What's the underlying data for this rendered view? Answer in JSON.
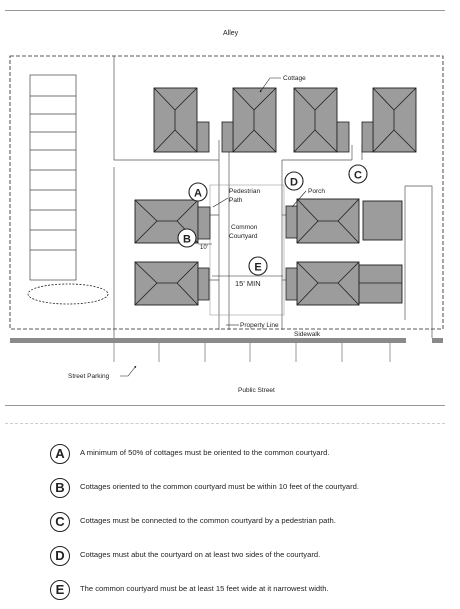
{
  "site_labels": {
    "alley": "Alley",
    "cottage": "Cottage",
    "pedestrian_path": [
      "Pedestrian",
      "Path"
    ],
    "porch": "Porch",
    "common_courtyard": [
      "Common",
      "Courtyard"
    ],
    "dim_10": "10'",
    "dim_15": "15' MIN",
    "property_line": "Property Line",
    "sidewalk": "Sidewalk",
    "street_parking": "Street Parking",
    "public_street": "Public Street"
  },
  "markers": {
    "a": "A",
    "b": "B",
    "c": "C",
    "d": "D",
    "e": "E"
  },
  "legend": [
    {
      "letter": "A",
      "text": "A minimum of 50% of cottages must be oriented to the common courtyard."
    },
    {
      "letter": "B",
      "text": "Cottages oriented to the common courtyard must be within 10 feet of the courtyard."
    },
    {
      "letter": "C",
      "text": "Cottages must be connected to the common courtyard by a pedestrian path."
    },
    {
      "letter": "D",
      "text": "Cottages must abut the courtyard on at least two sides of the courtyard."
    },
    {
      "letter": "E",
      "text": "The common courtyard must be at least 15 feet wide at it narrowest width."
    }
  ],
  "colors": {
    "roof": "#9c9c9c",
    "outline": "#1e1e1e",
    "street": "#8a8a8a",
    "paper": "#ffffff"
  }
}
